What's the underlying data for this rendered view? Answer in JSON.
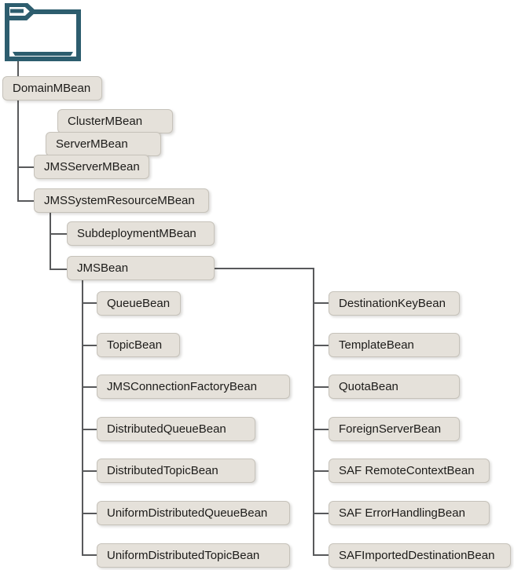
{
  "diagram": {
    "description": "MBean containment hierarchy tree",
    "colors": {
      "folder_icon": "#2d5d6e",
      "connector_line": "#58595b",
      "node_background": "#e5e1da",
      "node_border": "#c6c2ba",
      "node_text": "#1c1b19"
    },
    "root_icon": "folder-icon",
    "nodes": {
      "domain": "DomainMBean",
      "cluster": "ClusterMBean",
      "server": "ServerMBean",
      "jms_server": "JMSServerMBean",
      "jms_system_resource": "JMSSystemResourceMBean",
      "subdeployment": "SubdeploymentMBean",
      "jms": "JMSBean",
      "jms_children_left": [
        "QueueBean",
        "TopicBean",
        "JMSConnectionFactoryBean",
        "DistributedQueueBean",
        "DistributedTopicBean",
        "UniformDistributedQueueBean",
        "UniformDistributedTopicBean"
      ],
      "jms_children_right": [
        "DestinationKeyBean",
        "TemplateBean",
        "QuotaBean",
        "ForeignServerBean",
        "SAF RemoteContextBean",
        "SAF ErrorHandlingBean",
        "SAFImportedDestinationBean"
      ]
    }
  }
}
